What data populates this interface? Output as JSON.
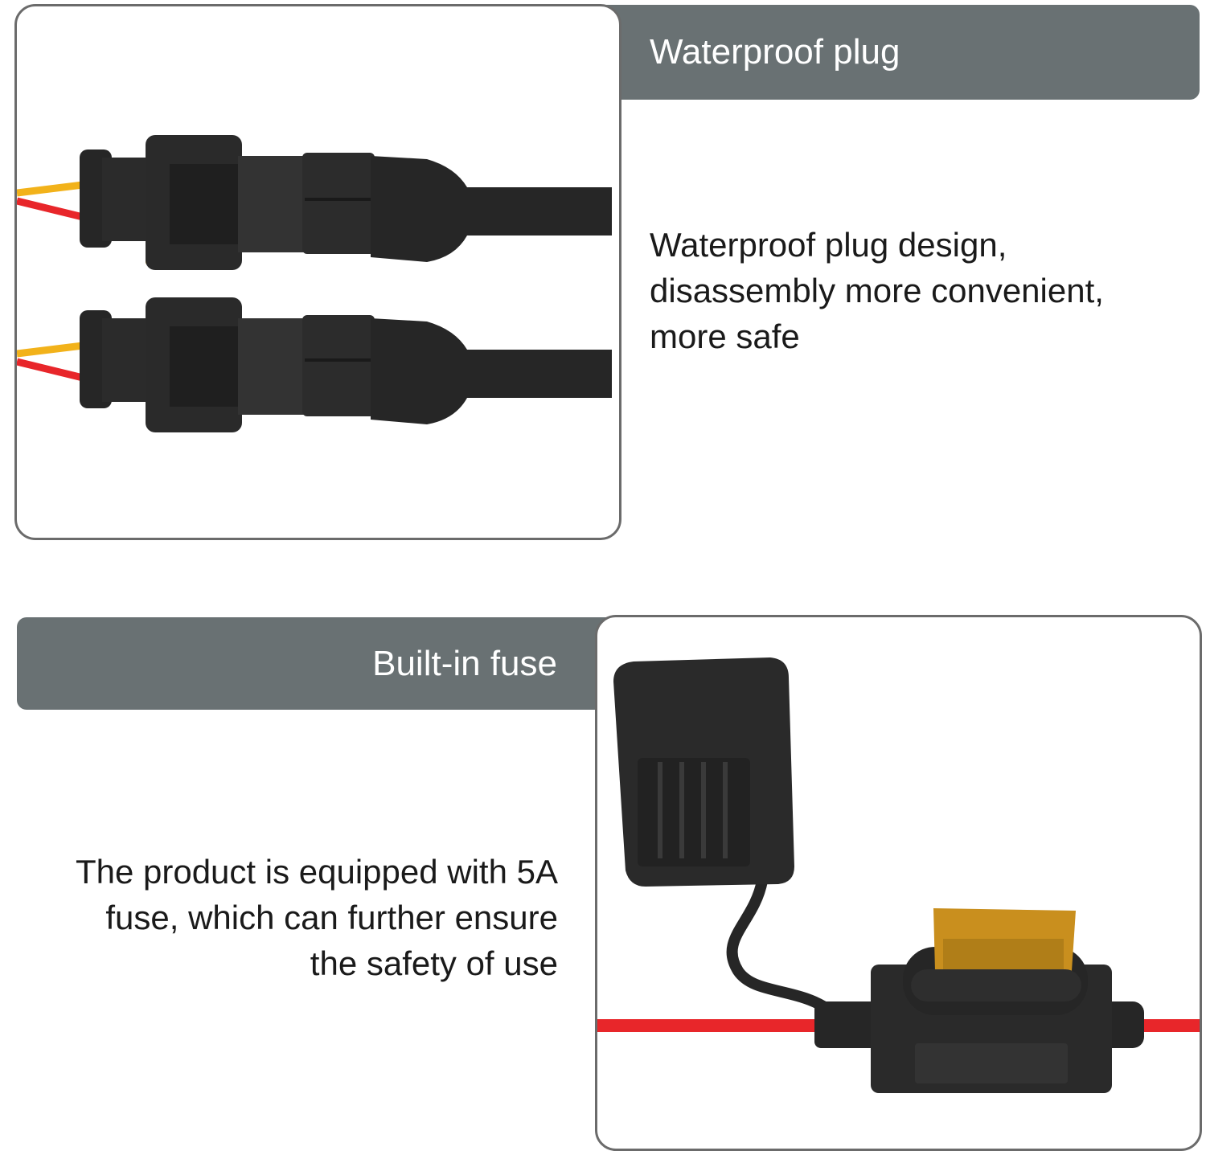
{
  "sections": [
    {
      "heading": "Waterproof plug",
      "description": "Waterproof plug design,\ndisassembly more convenient,\nmore safe",
      "image": "waterproof-connector-pair"
    },
    {
      "heading": "Built-in fuse",
      "description": "The product is equipped with 5A\nfuse, which can further ensure\nthe safety of use",
      "image": "inline-blade-fuse-holder"
    }
  ],
  "colors": {
    "banner": "#697173",
    "frame_border": "#6b6b6b",
    "plug_body": "#262626",
    "wire_red": "#e8262a",
    "wire_yellow": "#f2b21a",
    "fuse_amber": "#c98f1e"
  }
}
